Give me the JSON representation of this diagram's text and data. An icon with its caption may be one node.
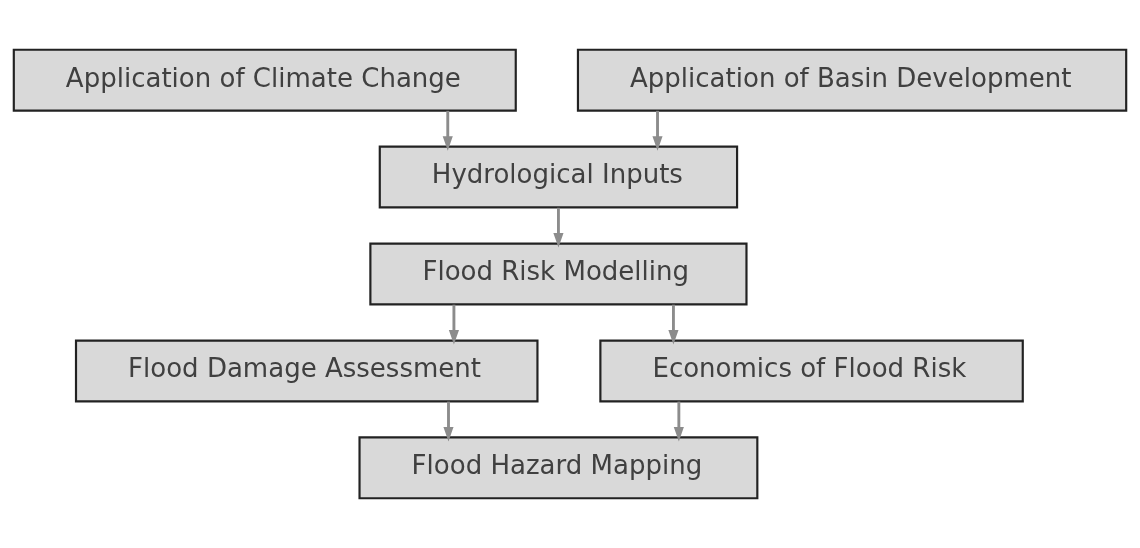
{
  "diagram": {
    "nodes": [
      {
        "text": [
          "Application of Climate Change"
        ]
      },
      {
        "text": [
          "Application of Basin Development"
        ]
      },
      {
        "text": [
          "Hydrological Inputs"
        ]
      },
      {
        "text": [
          "Flood Risk Modelling"
        ]
      },
      {
        "text": [
          "Flood Damage Assessment"
        ]
      },
      {
        "text": [
          "Economics of Flood Risk"
        ]
      },
      {
        "text": [
          "Flood Hazard Mapping"
        ]
      }
    ],
    "edges": [
      {
        "from": 0,
        "to": 2,
        "arrow": "to"
      },
      {
        "from": 1,
        "to": 2,
        "arrow": "to"
      },
      {
        "from": 2,
        "to": 3,
        "arrow": "to"
      },
      {
        "from": 3,
        "to": 4,
        "arrow": "to"
      },
      {
        "from": 3,
        "to": 5,
        "arrow": "to"
      },
      {
        "from": 4,
        "to": 6,
        "arrow": "to"
      },
      {
        "from": 5,
        "to": 6,
        "arrow": "to"
      }
    ]
  }
}
